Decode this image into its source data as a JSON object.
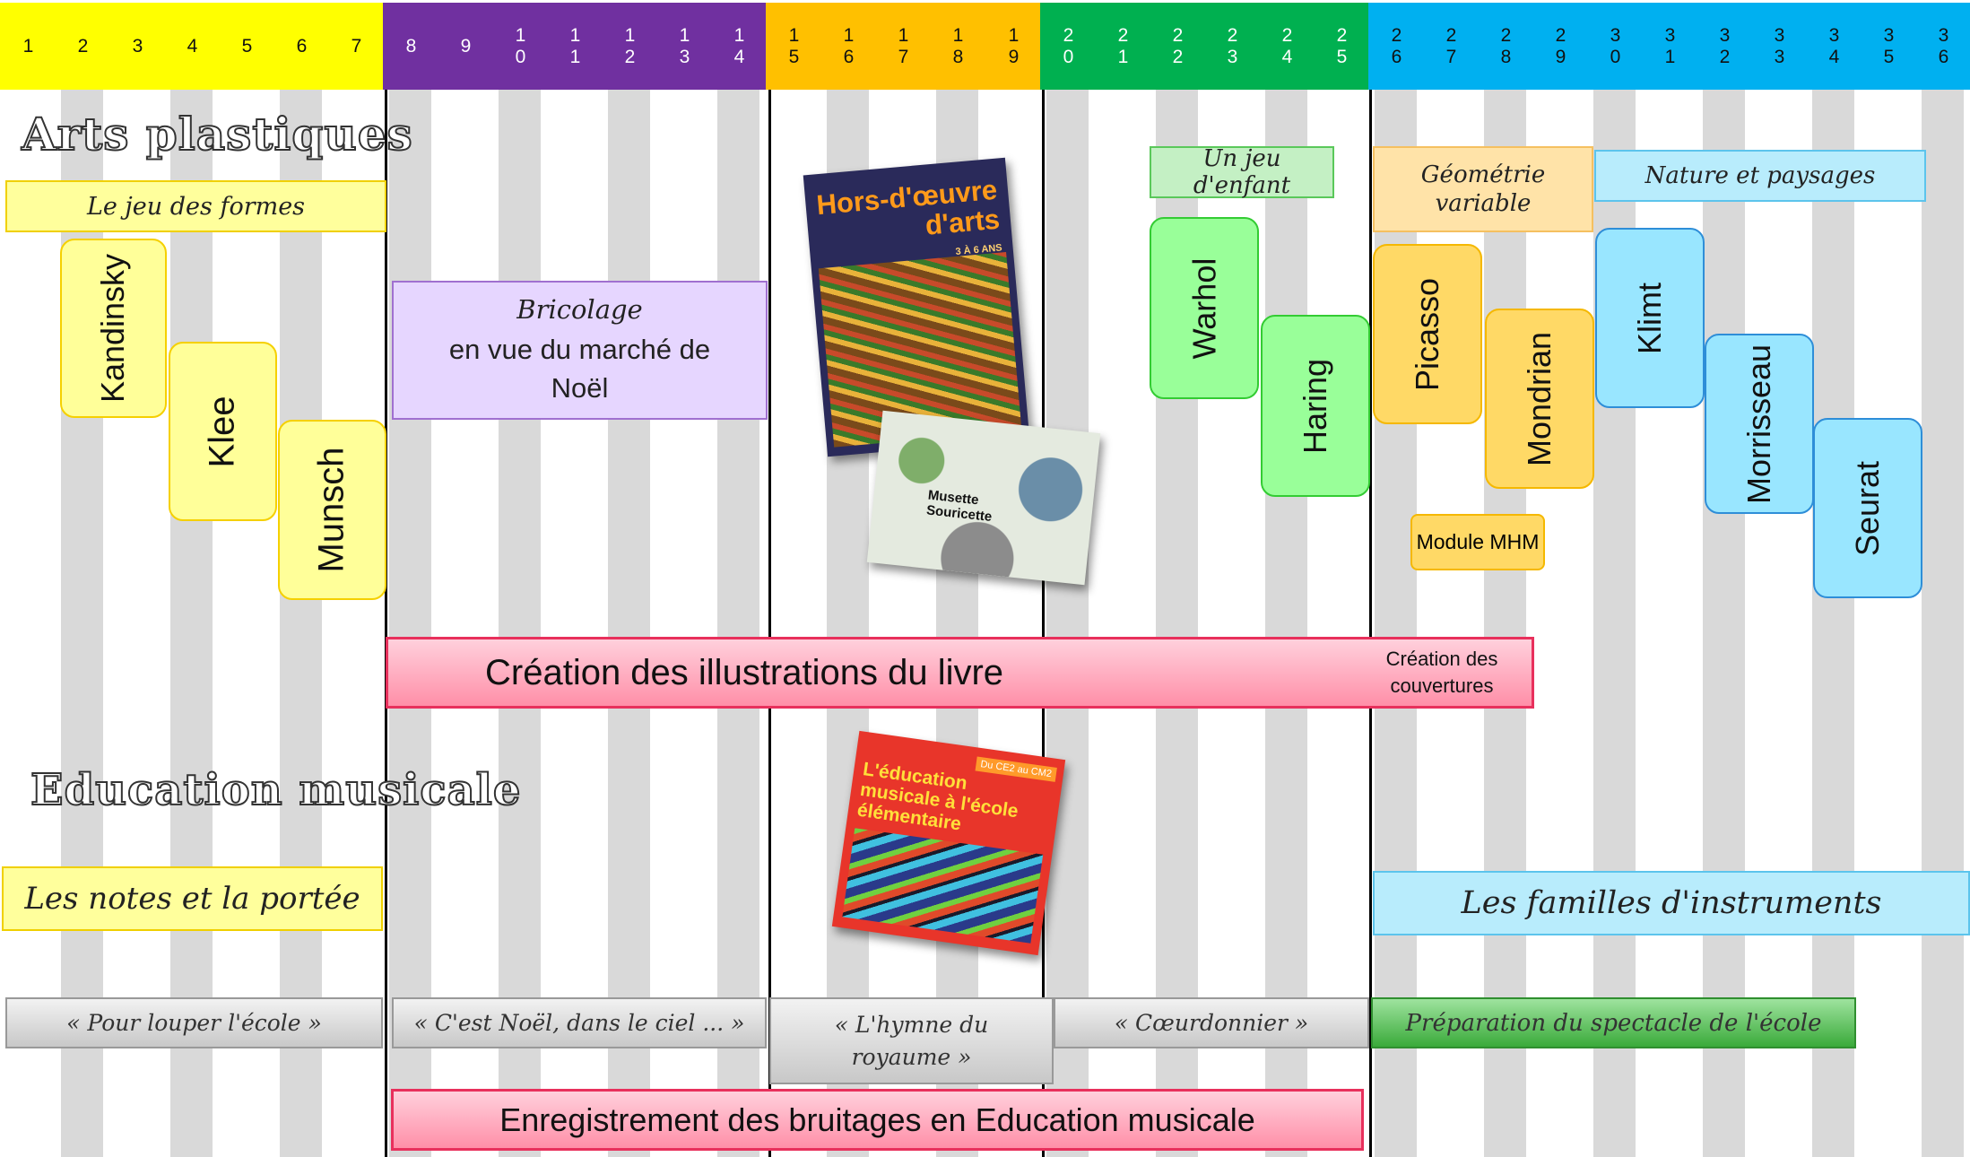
{
  "header": {
    "cells": [
      "1",
      "2",
      "3",
      "4",
      "5",
      "6",
      "7",
      "8",
      "9",
      "1\n0",
      "1\n1",
      "1\n2",
      "1\n3",
      "1\n4",
      "1\n5",
      "1\n6",
      "1\n7",
      "1\n8",
      "1\n9",
      "2\n0",
      "2\n1",
      "2\n2",
      "2\n3",
      "2\n4",
      "2\n5",
      "2\n6",
      "2\n7",
      "2\n8",
      "2\n9",
      "3\n0",
      "3\n1",
      "3\n2",
      "3\n3",
      "3\n4",
      "3\n5",
      "3\n6"
    ],
    "period_colors": [
      "#ffff00",
      "#7030a0",
      "#ffc000",
      "#00b050",
      "#00b0f0"
    ]
  },
  "arts": {
    "title": "Arts plastiques",
    "jeu_formes": "Le jeu des formes",
    "bricolage_line1": "Bricolage",
    "bricolage_line2": "en vue du marché de Noël",
    "jeu_enfant": "Un jeu d'enfant",
    "geometrie": "Géométrie variable",
    "nature": "Nature et paysages",
    "artists": {
      "kandinsky": "Kandinsky",
      "klee": "Klee",
      "munsch": "Munsch",
      "warhol": "Warhol",
      "haring": "Haring",
      "picasso": "Picasso",
      "mondrian": "Mondrian",
      "klimt": "Klimt",
      "morrisseau": "Morrisseau",
      "seurat": "Seurat"
    },
    "module_mhm": "Module MHM",
    "illustrations": "Création des illustrations du livre",
    "couvertures": "Création des couvertures"
  },
  "books": {
    "hors_title1": "Hors-d'œuvre",
    "hors_title2": "d'arts",
    "hors_sub": "3 À 6 ANS",
    "musette1": "Musette",
    "musette2": "Souricette",
    "musique_title": "L'éducation musicale à l'école élémentaire",
    "musique_badge": "Du CE2 au CM2"
  },
  "musique": {
    "title": "Education musicale",
    "notes": "Les notes et la portée",
    "familles": "Les familles d'instruments",
    "songs": {
      "louper": "« Pour louper l'école »",
      "noel": "« C'est Noël, dans le ciel ... »",
      "hymne": "« L'hymne du royaume »",
      "coeurdonnier": "« Cœurdonnier »",
      "spectacle": "Préparation du spectacle de l'école"
    },
    "bruitages": "Enregistrement des bruitages en Education musicale"
  }
}
